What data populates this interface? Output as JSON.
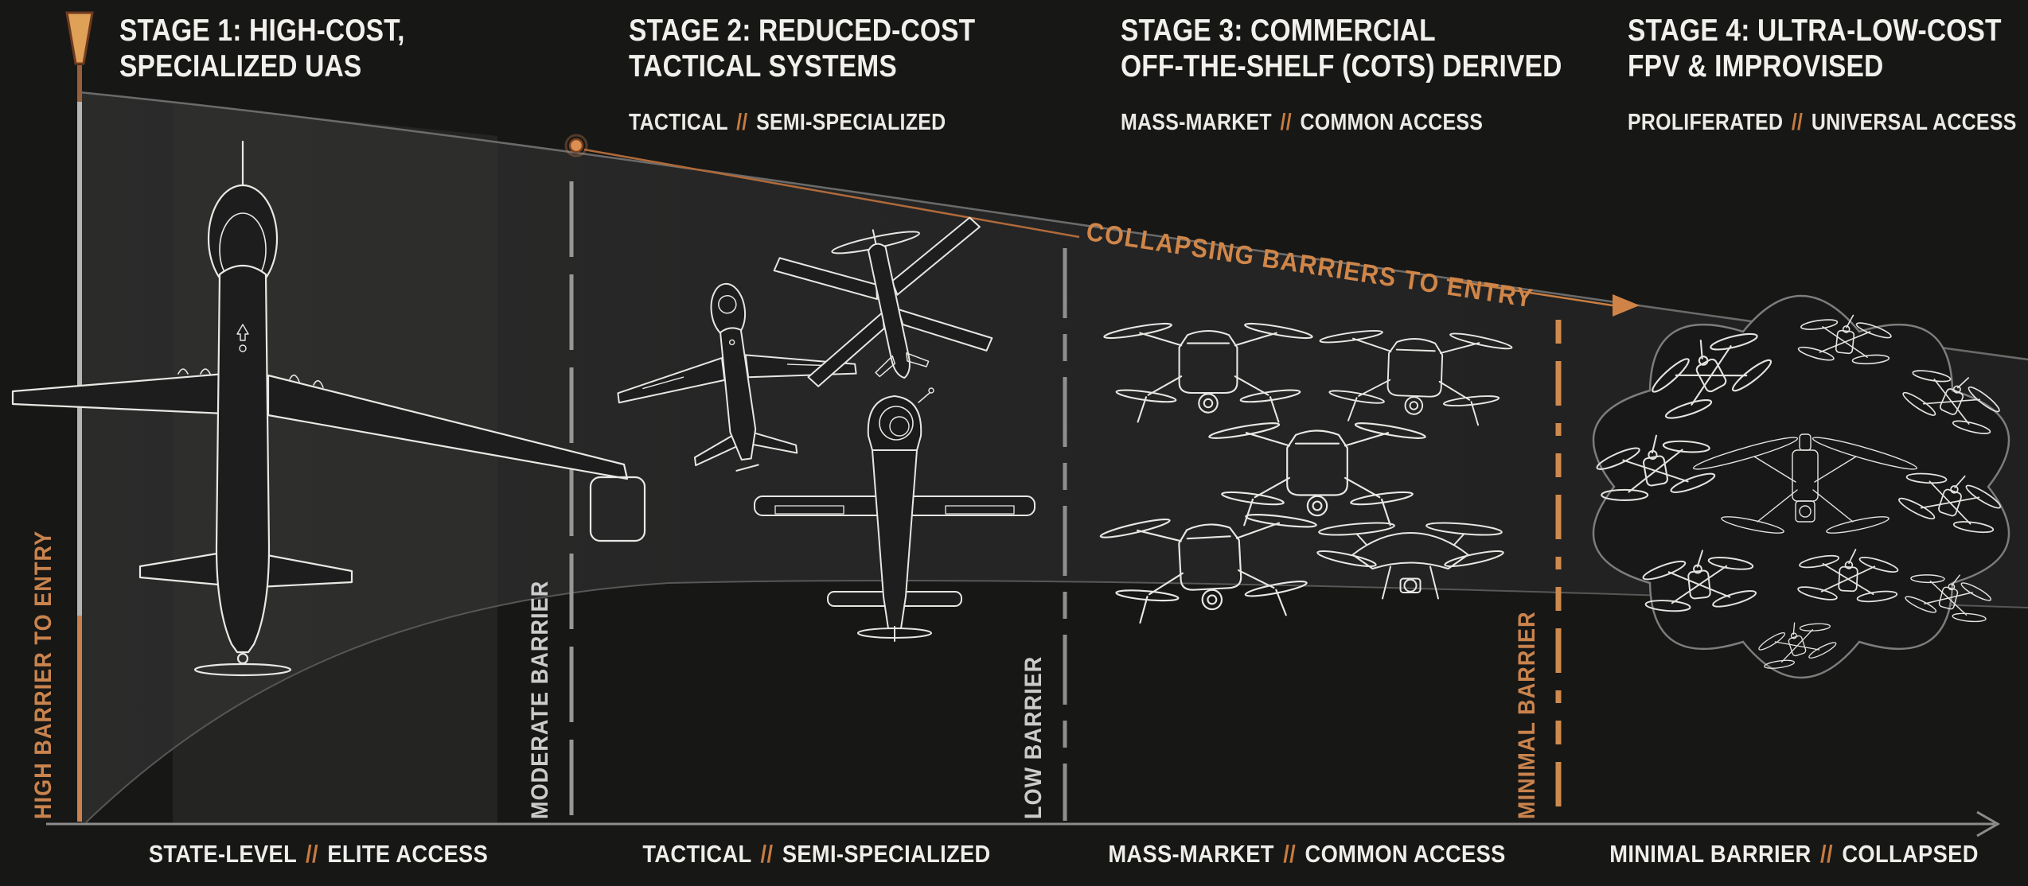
{
  "accent": {
    "orange": "#d08648",
    "orange_deep": "#c9824c",
    "line_gray": "#949494",
    "text_white": "#f2f0ec",
    "label_gray": "#cbcbcb",
    "background": "#171716"
  },
  "separator": "//",
  "arrow": {
    "label": "COLLAPSING BARRIERS TO ENTRY"
  },
  "stages": [
    {
      "title1": "STAGE 1: HIGH-COST,",
      "title2": "SPECIALIZED UAS",
      "top_sub1": "",
      "top_sub2": "",
      "barrier": "HIGH BARRIER TO ENTRY",
      "bottom1": "STATE-LEVEL",
      "bottom2": "ELITE ACCESS"
    },
    {
      "title1": "STAGE 2: REDUCED-COST",
      "title2": "TACTICAL SYSTEMS",
      "top_sub1": "TACTICAL",
      "top_sub2": "SEMI-SPECIALIZED",
      "barrier": "MODERATE BARRIER",
      "bottom1": "TACTICAL",
      "bottom2": "SEMI-SPECIALIZED"
    },
    {
      "title1": "STAGE 3: COMMERCIAL",
      "title2": "OFF-THE-SHELF (COTS) DERIVED",
      "top_sub1": "MASS-MARKET",
      "top_sub2": "COMMON ACCESS",
      "barrier": "LOW BARRIER",
      "bottom1": "MASS-MARKET",
      "bottom2": "COMMON ACCESS"
    },
    {
      "title1": "STAGE 4: ULTRA-LOW-COST",
      "title2": "FPV & IMPROVISED",
      "top_sub1": "PROLIFERATED",
      "top_sub2": "UNIVERSAL ACCESS",
      "barrier": "MINIMAL BARRIER",
      "bottom1": "MINIMAL BARRIER",
      "bottom2": "COLLAPSED"
    }
  ]
}
